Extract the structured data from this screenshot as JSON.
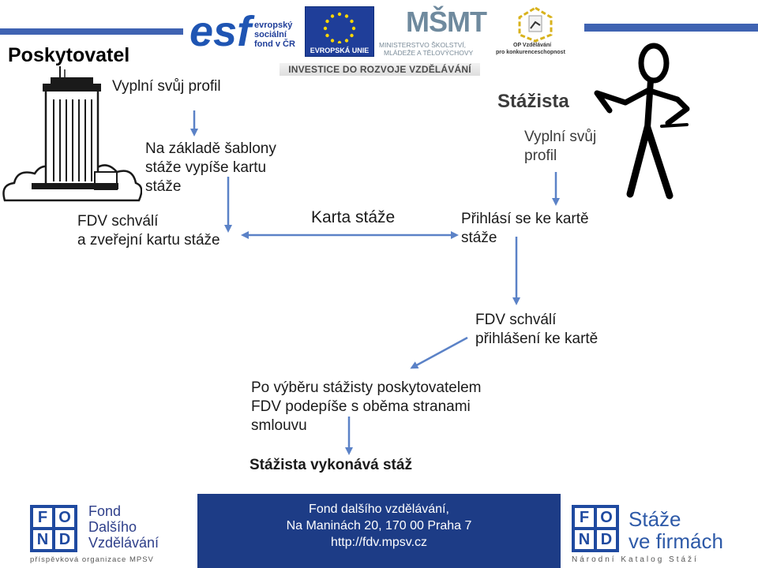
{
  "header": {
    "esf_line1": "evropský",
    "esf_line2": "sociální",
    "esf_line3": "fond v ČR",
    "esf_mark": "esf",
    "eu_label": "EVROPSKÁ UNIE",
    "msmt_mark": "MŠMT",
    "msmt_line1": "MINISTERSTVO ŠKOLSTVÍ,",
    "msmt_line2": "MLÁDEŽE A TĚLOVÝCHOVY",
    "op_line1": "OP Vzdělávání",
    "op_line2": "pro konkurenceschopnost",
    "investice": "INVESTICE DO ROZVOJE VZDĚLÁVÁNÍ"
  },
  "diagram": {
    "provider_title": "Poskytovatel",
    "provider_profile": "Vyplní svůj profil",
    "provider_card_l1": "Na základě šablony",
    "provider_card_l2": "stáže vypíše kartu",
    "provider_card_l3": "stáže",
    "fdv_approve_l1": "FDV schválí",
    "fdv_approve_l2": "a zveřejní kartu stáže",
    "karta": "Karta stáže",
    "intern_title": "Stážista",
    "intern_profile_l1": "Vyplní svůj",
    "intern_profile_l2": "profil",
    "apply_l1": "Přihlásí se ke kartě",
    "apply_l2": "stáže",
    "fdv_apply_l1": "FDV schválí",
    "fdv_apply_l2": "přihlášení ke kartě",
    "select_l1": "Po výběru stážisty poskytovatelem",
    "select_l2": "FDV podepíše s oběma stranami",
    "select_l3": "smlouvu",
    "final": "Stážista vykonává stáž"
  },
  "footer": {
    "fdv_name_l1": "Fond",
    "fdv_name_l2": "Dalšího",
    "fdv_name_l3": "Vzdělávání",
    "fdv_caption": "příspěvková organizace MPSV",
    "center_l1": "Fond dalšího vzdělávání,",
    "center_l2": "Na Maninách 20, 170 00  Praha 7",
    "center_l3": "http://fdv.mpsv.cz",
    "stf_l1": "Stáže",
    "stf_l2": "ve firmách",
    "stf_caption": "Národní Katalog Stáží",
    "logo_cells": [
      "F",
      "O",
      "N",
      "D"
    ]
  },
  "colors": {
    "arrow": "#5b82c7",
    "brand_blue": "#1d3c86",
    "bar_blue": "#3f63b2"
  }
}
